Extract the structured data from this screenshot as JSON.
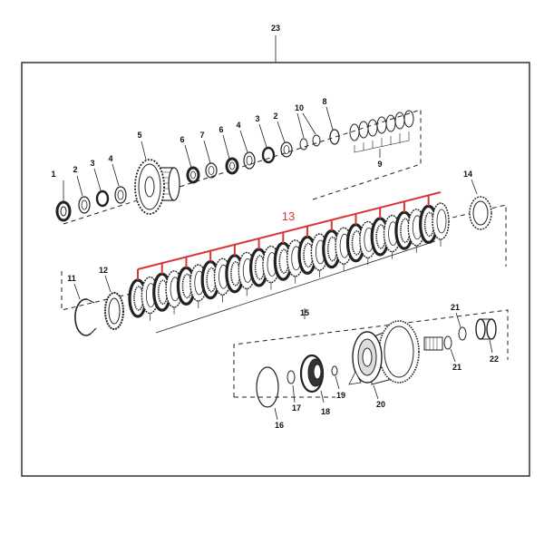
{
  "diagram": {
    "labels": {
      "assembly": "23",
      "p1": "1",
      "p2a": "2",
      "p3a": "3",
      "p4a": "4",
      "p5": "5",
      "p6a": "6",
      "p7": "7",
      "p6b": "6",
      "p4b": "4",
      "p3b": "3",
      "p2b": "2",
      "p10": "10",
      "p8": "8",
      "p9": "9",
      "p14": "14",
      "p13": "13",
      "p11": "11",
      "p12": "12",
      "p15": "15",
      "p21a": "21",
      "p21b": "21",
      "p22": "22",
      "p16": "16",
      "p17": "17",
      "p18": "18",
      "p19": "19",
      "p20": "20"
    },
    "highlight_color": "#d8363a"
  }
}
